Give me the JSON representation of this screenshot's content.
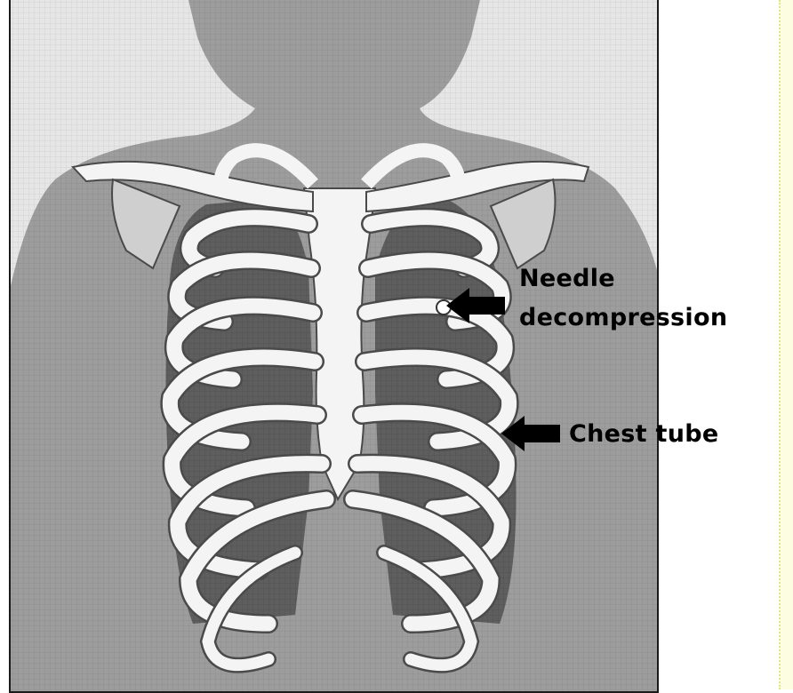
{
  "labels": {
    "needle_line1": "Needle",
    "needle_line2": "decompression",
    "chest_tube": "Chest tube"
  },
  "colors": {
    "background": "#e8e8e8",
    "body_silhouette": "#9f9f9f",
    "bone": "#f4f4f4",
    "lung": "#5c5c5c",
    "outline": "#1a1a1a",
    "arrow": "#000000",
    "page_edge": "#fdfde2"
  },
  "icons": {
    "needle_arrow": "arrow-left-icon",
    "chest_tube_arrow": "arrow-left-icon"
  }
}
